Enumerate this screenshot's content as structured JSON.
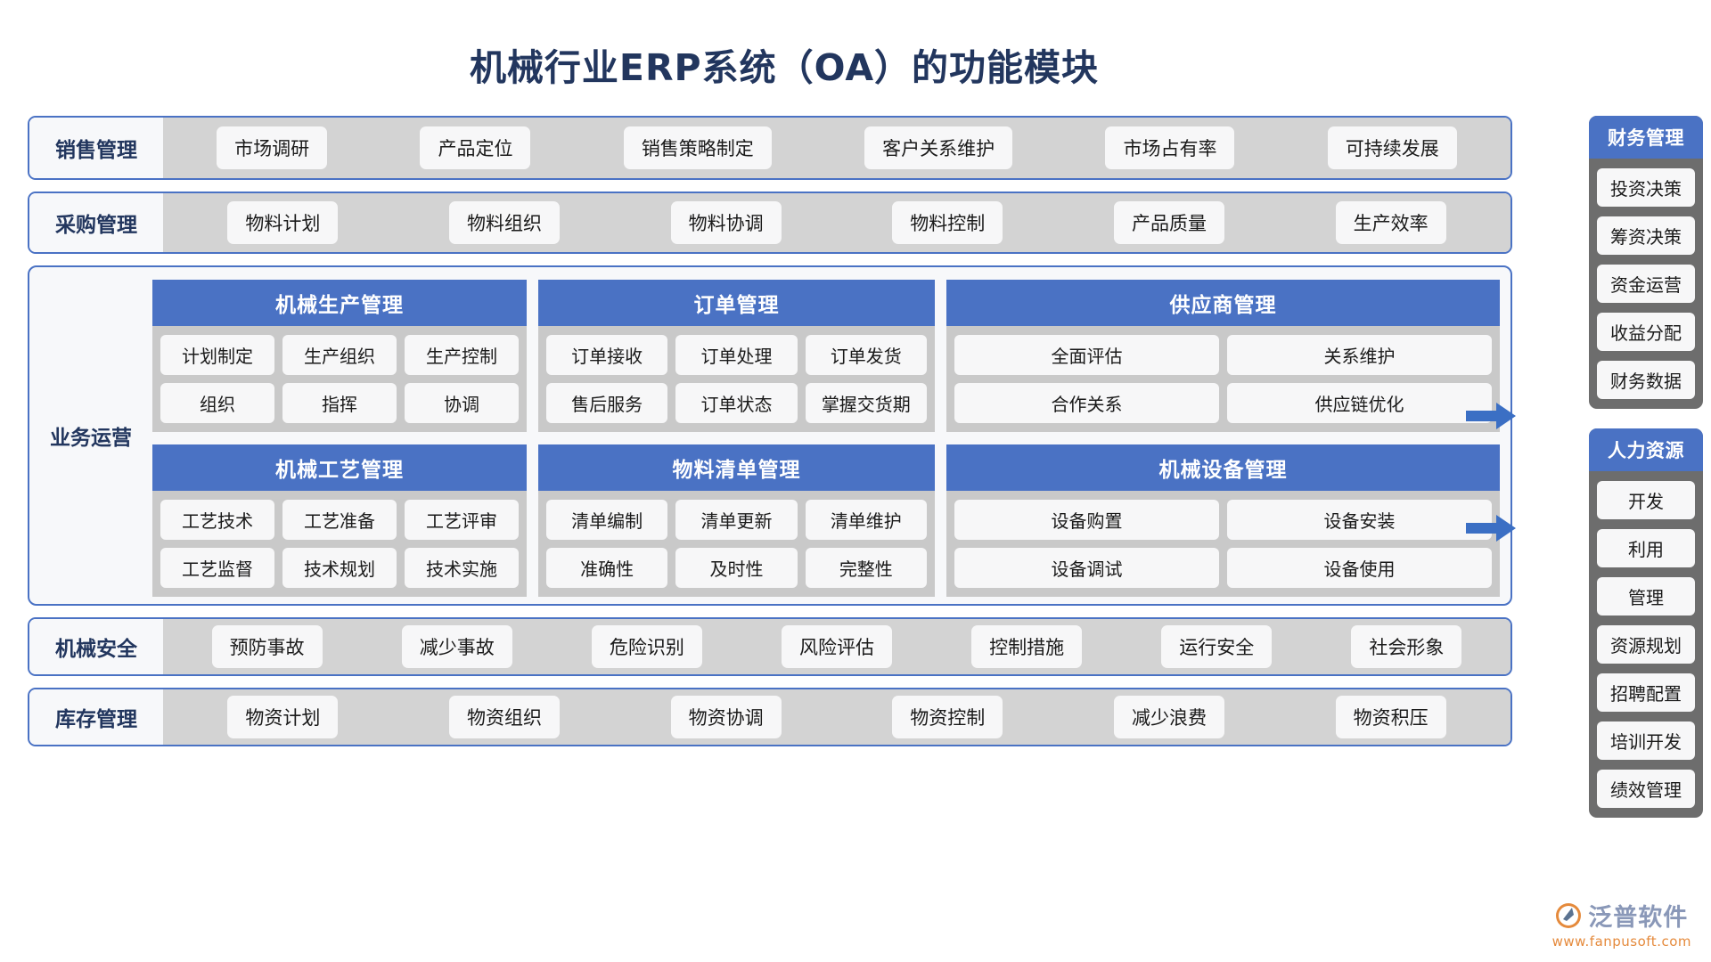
{
  "title": "机械行业ERP系统（OA）的功能模块",
  "colors": {
    "title": "#22365e",
    "accent": "#4a72c4",
    "band_border": "#4a72c4",
    "band_body": "#d3d3d3",
    "card_body": "#c9c9c9",
    "chip": "#f7f7f8",
    "sidebar_group": "#6d6d6d"
  },
  "bands": {
    "sales": {
      "label": "销售管理",
      "items": [
        "市场调研",
        "产品定位",
        "销售策略制定",
        "客户关系维护",
        "市场占有率",
        "可持续发展"
      ]
    },
    "purchase": {
      "label": "采购管理",
      "items": [
        "物料计划",
        "物料组织",
        "物料协调",
        "物料控制",
        "产品质量",
        "生产效率"
      ]
    },
    "safety": {
      "label": "机械安全",
      "items": [
        "预防事故",
        "减少事故",
        "危险识别",
        "风险评估",
        "控制措施",
        "运行安全",
        "社会形象"
      ]
    },
    "inventory": {
      "label": "库存管理",
      "items": [
        "物资计划",
        "物资组织",
        "物资协调",
        "物资控制",
        "减少浪费",
        "物资积压"
      ]
    }
  },
  "operations": {
    "label": "业务运营",
    "cards": [
      {
        "title": "机械生产管理",
        "rows": [
          [
            "计划制定",
            "生产组织",
            "生产控制"
          ],
          [
            "组织",
            "指挥",
            "协调"
          ]
        ]
      },
      {
        "title": "订单管理",
        "rows": [
          [
            "订单接收",
            "订单处理",
            "订单发货"
          ],
          [
            "售后服务",
            "订单状态",
            "掌握交货期"
          ]
        ]
      },
      {
        "title": "供应商管理",
        "rows": [
          [
            "全面评估",
            "关系维护"
          ],
          [
            "合作关系",
            "供应链优化"
          ]
        ]
      },
      {
        "title": "机械工艺管理",
        "rows": [
          [
            "工艺技术",
            "工艺准备",
            "工艺评审"
          ],
          [
            "工艺监督",
            "技术规划",
            "技术实施"
          ]
        ]
      },
      {
        "title": "物料清单管理",
        "rows": [
          [
            "清单编制",
            "清单更新",
            "清单维护"
          ],
          [
            "准确性",
            "及时性",
            "完整性"
          ]
        ]
      },
      {
        "title": "机械设备管理",
        "rows": [
          [
            "设备购置",
            "设备安装"
          ],
          [
            "设备调试",
            "设备使用"
          ]
        ]
      }
    ]
  },
  "sidebar": {
    "groups": [
      {
        "title": "财务管理",
        "items": [
          "投资决策",
          "筹资决策",
          "资金运营",
          "收益分配",
          "财务数据"
        ]
      },
      {
        "title": "人力资源",
        "items": [
          "开发",
          "利用",
          "管理",
          "资源规划",
          "招聘配置",
          "培训开发",
          "绩效管理"
        ]
      }
    ]
  },
  "logo": {
    "name": "泛普软件",
    "url": "www.fanpusoft.com"
  }
}
